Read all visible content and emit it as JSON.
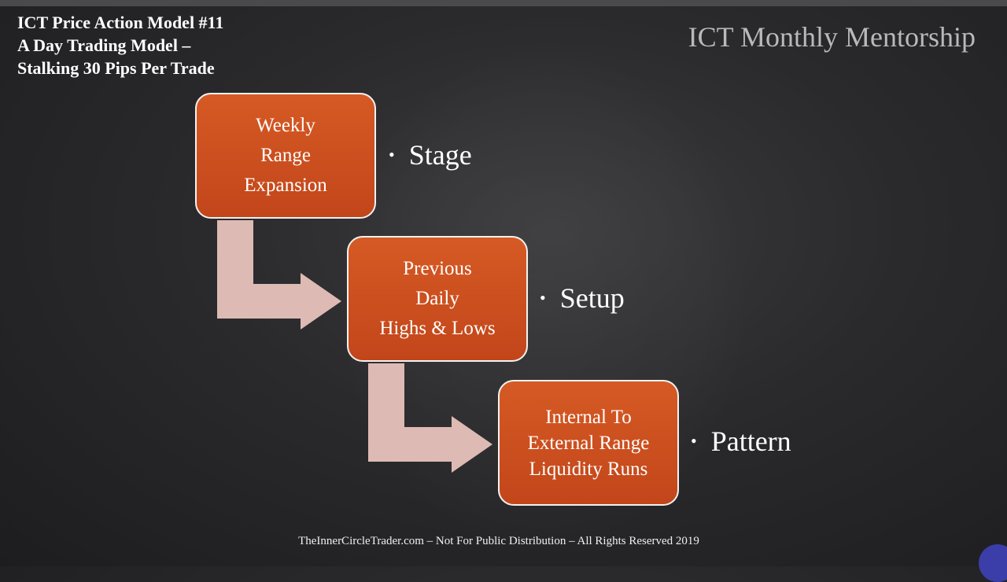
{
  "slide": {
    "title_lines": [
      "ICT Price Action Model #11",
      "A Day Trading Model –",
      "Stalking 30 Pips Per Trade"
    ],
    "brand": "ICT Monthly Mentorship",
    "footer": "TheInnerCircleTrader.com – Not For Public Distribution – All Rights Reserved 2019"
  },
  "diagram": {
    "steps": [
      {
        "lines": [
          "Weekly",
          "Range",
          "Expansion"
        ],
        "label": "Stage"
      },
      {
        "lines": [
          "Previous",
          "Daily",
          "Highs & Lows"
        ],
        "label": "Setup"
      },
      {
        "lines": [
          "Internal To",
          "External Range",
          "Liquidity Runs"
        ],
        "label": "Pattern"
      }
    ],
    "colors": {
      "box_fill": "#c8491b",
      "box_border": "#f2f2f2",
      "arrow_fill": "#e8c2bc",
      "background": "#2a2a2c"
    },
    "bullet_glyph": "•"
  }
}
